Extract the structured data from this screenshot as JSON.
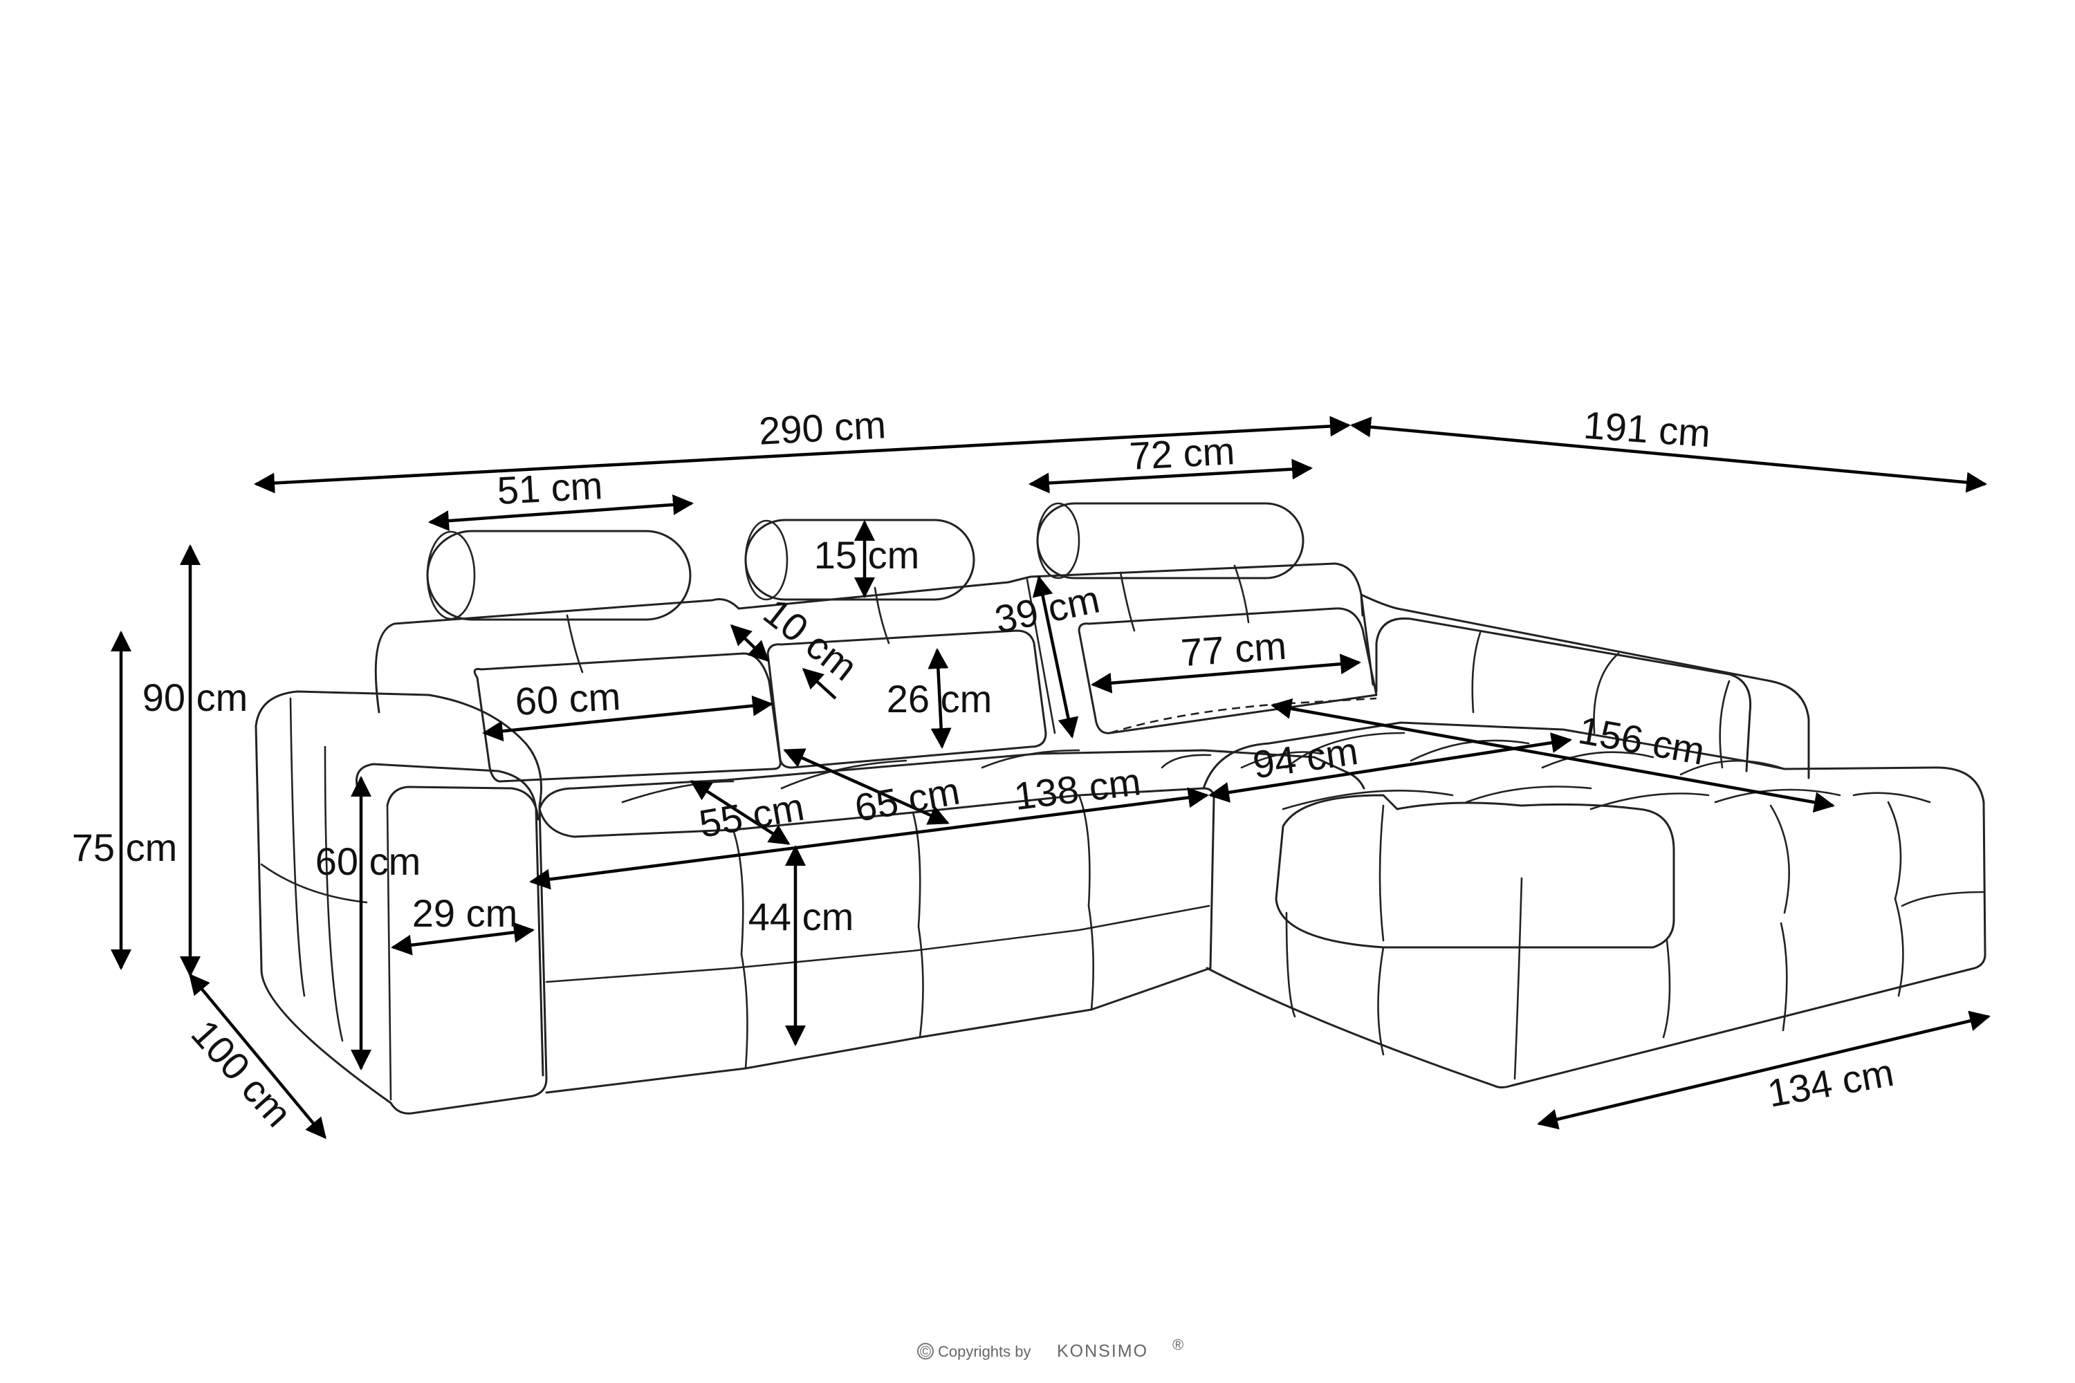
{
  "dimensions": {
    "total_width": "290 cm",
    "chaise_length": "191 cm",
    "headrest_width_left": "51 cm",
    "headrest_width_right": "72 cm",
    "headrest_height": "15 cm",
    "headrest_tilt": "10 cm",
    "headrest_raise": "39 cm",
    "back_cushion_height": "26 cm",
    "back_cushion_width_left": "60 cm",
    "back_cushion_width_right": "77 cm",
    "seat_depth_left": "55 cm",
    "seat_depth_center": "65 cm",
    "seat_width": "138 cm",
    "chaise_seat_width": "94 cm",
    "chaise_seat_length": "156 cm",
    "armrest_height": "60 cm",
    "armrest_width": "29 cm",
    "seat_height": "44 cm",
    "height_max": "90 cm",
    "height_min": "75 cm",
    "depth": "100 cm",
    "chaise_width": "134 cm"
  },
  "footer": {
    "copyright_text": "Copyrights by",
    "copyright_symbol": "©",
    "brand": "KONSIMO",
    "brand_mark": "®"
  }
}
